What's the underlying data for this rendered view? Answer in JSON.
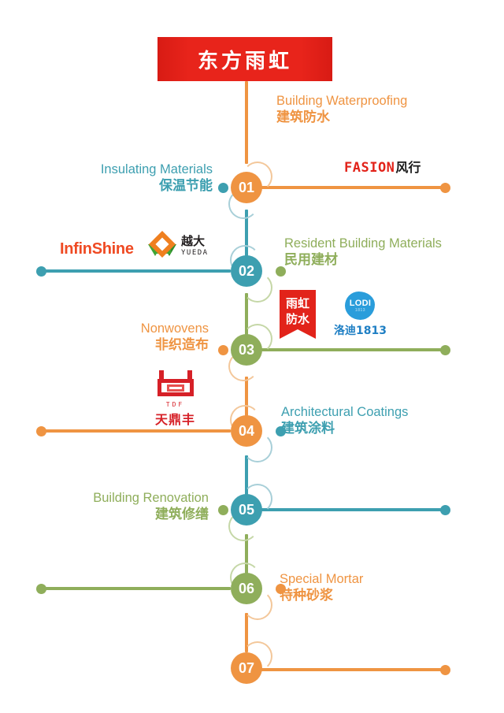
{
  "colors": {
    "orange": "#ef9442",
    "teal": "#3d9fb0",
    "green": "#8fae5b",
    "red": "#e8241b",
    "white": "#ffffff"
  },
  "header": {
    "title": "东方雨虹",
    "background": "#e8241b",
    "text_color": "#ffffff"
  },
  "timeline": {
    "nodes": [
      {
        "number": "01",
        "circle_color": "#ef9442",
        "dot_color": "#3d9fb0",
        "side": "right",
        "label_en": "Building Waterproofing",
        "label_cn": "建筑防水",
        "label_color": "#ef9442",
        "opposite_label_en": "Insulating Materials",
        "opposite_label_cn": "保温节能",
        "opposite_label_color": "#3d9fb0"
      },
      {
        "number": "02",
        "circle_color": "#3d9fb0",
        "dot_color": "#8fae5b",
        "side": "left",
        "label_en": "Resident Building Materials",
        "label_cn": "民用建材",
        "label_color": "#8fae5b"
      },
      {
        "number": "03",
        "circle_color": "#8fae5b",
        "dot_color": "#ef9442",
        "side": "right",
        "label_en": "Nonwovens",
        "label_cn": "非织造布",
        "label_color": "#ef9442"
      },
      {
        "number": "04",
        "circle_color": "#ef9442",
        "dot_color": "#3d9fb0",
        "side": "left",
        "label_en": "Architectural Coatings",
        "label_cn": "建筑涂料",
        "label_color": "#3d9fb0"
      },
      {
        "number": "05",
        "circle_color": "#3d9fb0",
        "dot_color": "#8fae5b",
        "side": "right",
        "label_en": "Building Renovation",
        "label_cn": "建筑修缮",
        "label_color": "#8fae5b"
      },
      {
        "number": "06",
        "circle_color": "#8fae5b",
        "dot_color": "#ef9442",
        "side": "left",
        "label_en": "Special Mortar",
        "label_cn": "特种砂浆",
        "label_color": "#ef9442"
      },
      {
        "number": "07",
        "circle_color": "#ef9442",
        "dot_color": "#ef9442",
        "side": "right",
        "label_en": "",
        "label_cn": "",
        "label_color": "#ef9442"
      }
    ]
  },
  "logos": {
    "fasion": {
      "name": "FASION",
      "cn": "风行",
      "color": "#e2231a"
    },
    "infinshine": {
      "name": "InfinShine",
      "color": "#ef4a23"
    },
    "yueda": {
      "cn": "越大",
      "en": "YUEDA",
      "color": "#3fa535"
    },
    "yuhong": {
      "line1": "雨虹",
      "line2": "防水",
      "color": "#e2231a"
    },
    "lodi": {
      "mark": "LODI",
      "mark_sub": "1813",
      "cn": "洛迪1813",
      "color": "#2a9ddb"
    },
    "tiandingfeng": {
      "en": "TDF",
      "cn": "天鼎丰",
      "color": "#d62027"
    }
  }
}
